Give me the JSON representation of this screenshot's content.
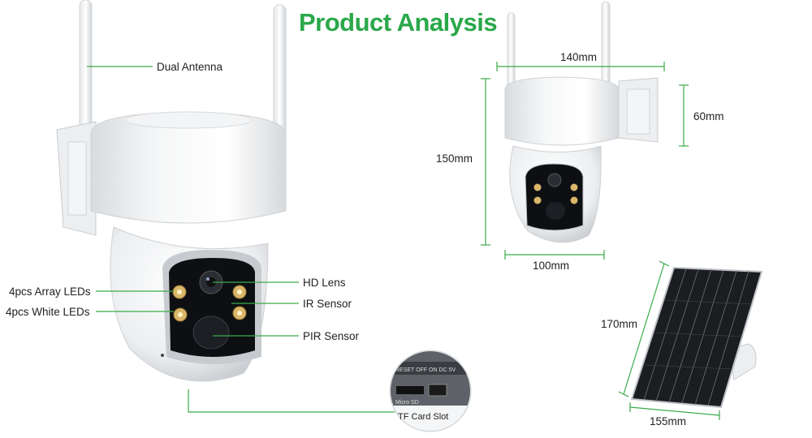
{
  "title": "Product Analysis",
  "callouts": {
    "antenna": "Dual Antenna",
    "array_leds": "4pcs Array LEDs",
    "white_leds": "4pcs White LEDs",
    "hd_lens": "HD Lens",
    "ir_sensor": "IR Sensor",
    "pir_sensor": "PIR Sensor",
    "tf_slot": "TF Card Slot"
  },
  "dimensions": {
    "camera_width": "140mm",
    "camera_height": "150mm",
    "mount_height": "60mm",
    "ball_width": "100mm",
    "panel_height": "170mm",
    "panel_width": "155mm"
  },
  "colors": {
    "accent": "#2aa84a",
    "line": "#3aaa4a"
  }
}
